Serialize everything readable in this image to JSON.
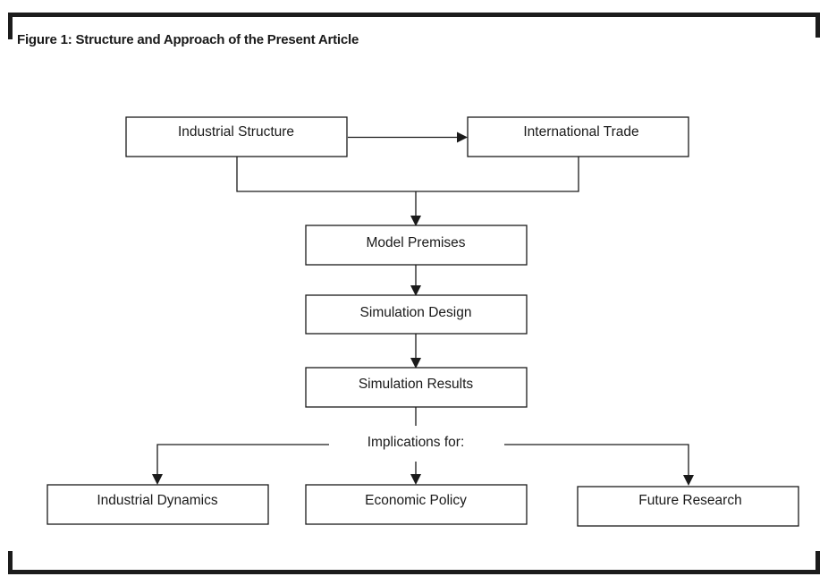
{
  "figure": {
    "title": "Figure 1: Structure and Approach of the Present Article"
  },
  "diagram": {
    "nodes": {
      "industrial_structure": "Industrial Structure",
      "international_trade": "International Trade",
      "model_premises": "Model Premises",
      "simulation_design": "Simulation Design",
      "simulation_results": "Simulation Results",
      "implications_label": "Implications for:",
      "industrial_dynamics": "Industrial Dynamics",
      "economic_policy": "Economic Policy",
      "future_research": "Future Research"
    }
  }
}
